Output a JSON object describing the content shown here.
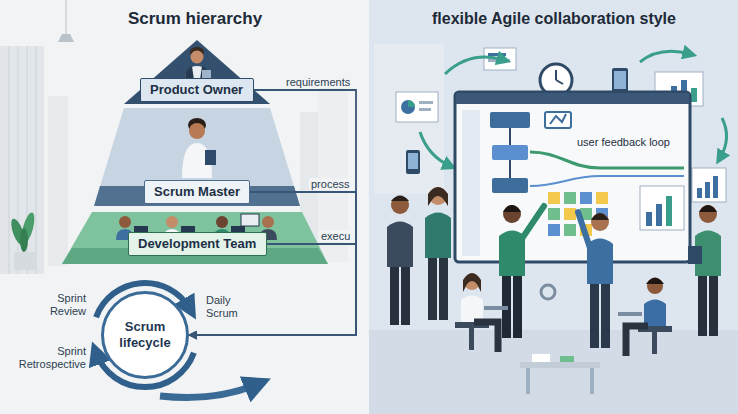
{
  "diagram": {
    "nodes": [
      {
        "text": [
          "Scrum hierarchy"
        ]
      },
      {
        "text": [
          "Product Owner"
        ],
        "in": 0
      },
      {
        "text": [
          "Scrum Master"
        ],
        "in": 0
      },
      {
        "text": [
          "Development Team"
        ],
        "in": 0
      },
      {
        "text": [
          "Scrum lifecycle"
        ],
        "in": 0
      },
      {
        "text": [
          "flexible Agile collaboration style"
        ]
      },
      {
        "text": [
          "user feedback loop"
        ],
        "in": 5
      }
    ],
    "edges": [
      {
        "from": 1,
        "to": 4,
        "arrow": "to",
        "label": "requirements"
      },
      {
        "from": 2,
        "to": 4,
        "arrow": "to",
        "label": "process"
      },
      {
        "from": 3,
        "to": 4,
        "arrow": "to",
        "label": "execu"
      }
    ],
    "labels": [
      "Sprint Review",
      "Sprint Retrospective",
      "Daily Scrum"
    ]
  }
}
